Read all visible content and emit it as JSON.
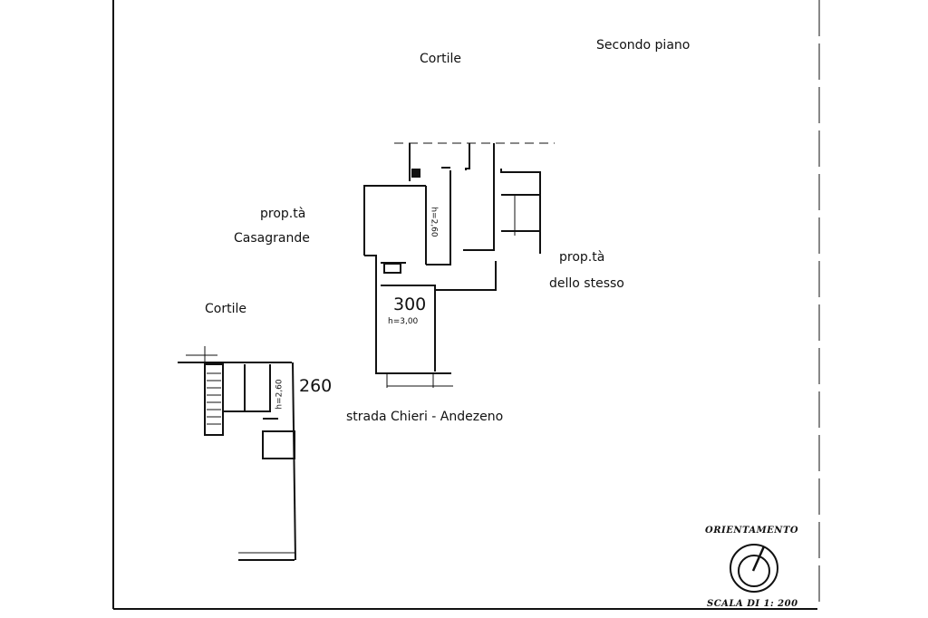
{
  "floor_label": "Secondo piano",
  "top_courtyard": "Cortile",
  "left_owner_line1": "prop.tà",
  "left_owner_line2": "Casagrande",
  "right_owner_line1": "prop.tà",
  "right_owner_line2": "dello stesso",
  "left_courtyard": "Cortile",
  "main_unit_number": "300",
  "main_unit_height": "h=3,00",
  "room_height_label": "h=2,60",
  "annex_number": "260",
  "annex_height": "h=2,60",
  "street": "strada Chieri - Andezeno",
  "orientation_title": "ORIENTAMENTO",
  "scale_label": "SCALA DI 1: 200",
  "ink_color": "#111111"
}
